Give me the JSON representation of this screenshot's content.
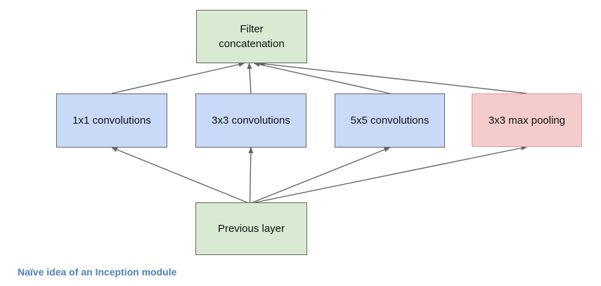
{
  "caption": "Naïve idea of an Inception module",
  "nodes": {
    "filter_concat": {
      "label": "Filter concatenation"
    },
    "conv1": {
      "label": "1x1 convolutions"
    },
    "conv3": {
      "label": "3x3 convolutions"
    },
    "conv5": {
      "label": "5x5 convolutions"
    },
    "maxpool": {
      "label": "3x3 max pooling"
    },
    "prev": {
      "label": "Previous layer"
    }
  },
  "edges": [
    {
      "from": "conv1",
      "to": "filter_concat"
    },
    {
      "from": "conv3",
      "to": "filter_concat"
    },
    {
      "from": "conv5",
      "to": "filter_concat"
    },
    {
      "from": "maxpool",
      "to": "filter_concat"
    },
    {
      "from": "prev",
      "to": "conv1"
    },
    {
      "from": "prev",
      "to": "conv3"
    },
    {
      "from": "prev",
      "to": "conv5"
    },
    {
      "from": "prev",
      "to": "maxpool"
    }
  ],
  "colors": {
    "layer-fill": "#d9ead3",
    "conv-fill": "#c9daf8",
    "pool-fill": "#f4cccc",
    "box-border": "#666666",
    "pool-border": "#dd9b98",
    "arrow-color": "#666666",
    "caption-color": "#4f81bd",
    "label-color": "#111111"
  }
}
